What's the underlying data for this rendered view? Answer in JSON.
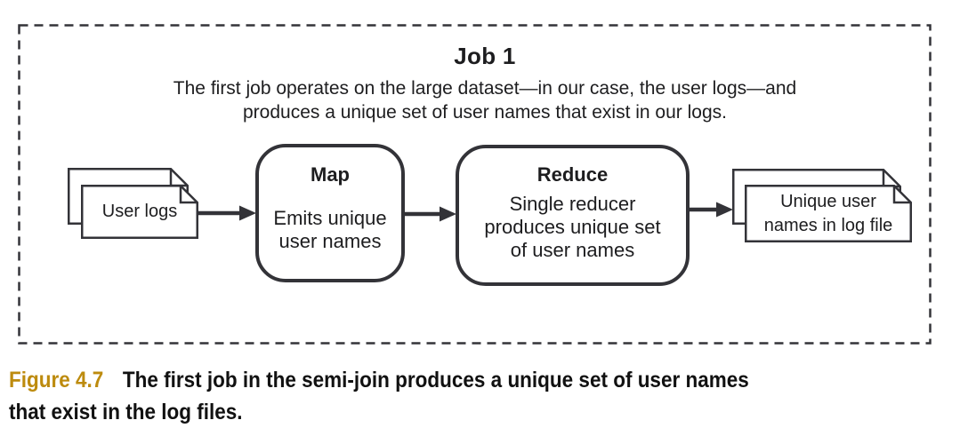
{
  "frame": {
    "title": "Job 1",
    "description_line1": "The first job operates on the large dataset—in our case, the user logs—and",
    "description_line2": "produces a unique set of user names that exist in our logs."
  },
  "nodes": {
    "input_docs": {
      "label": "User logs"
    },
    "map": {
      "title": "Map",
      "body_line1": "Emits unique",
      "body_line2": "user names"
    },
    "reduce": {
      "title": "Reduce",
      "body_line1": "Single reducer",
      "body_line2": "produces unique set",
      "body_line3": "of user names"
    },
    "output_docs": {
      "label_line1": "Unique user",
      "label_line2": "names in log file"
    }
  },
  "caption": {
    "label": "Figure 4.7",
    "line1": "The first job in the semi-join produces a unique set of user names",
    "line2": "that exist in the log files."
  },
  "colors": {
    "stroke": "#333338",
    "text": "#1d1d1f",
    "figure_label": "#bd8b0e",
    "background": "#ffffff"
  }
}
